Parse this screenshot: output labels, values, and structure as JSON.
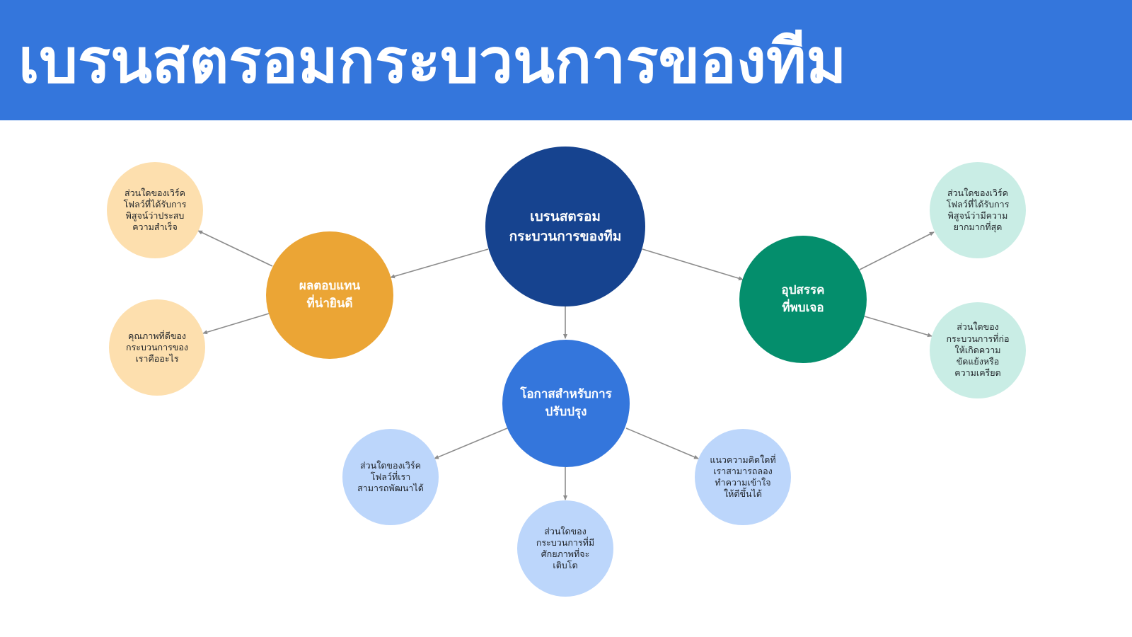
{
  "header": {
    "title": "เบรนสตรอมกระบวนการของทีม"
  },
  "colors": {
    "banner": "#3476dc",
    "center": "#16438f",
    "rewards": "#eba535",
    "rewards_leaf": "#fddfae",
    "obstacles": "#048e6c",
    "obstacles_leaf": "#c9ede5",
    "improvement": "#3476dc",
    "improvement_leaf": "#bcd6fb",
    "connector": "#8c8c8c"
  },
  "center": {
    "line1": "เบรนสตรอม",
    "line2": "กระบวนการของทีม"
  },
  "rewards": {
    "line1": "ผลตอบแทน",
    "line2": "ที่น่ายินดี",
    "leaf_success": [
      "ส่วนใดของเวิร์ค",
      "โฟลว์ที่ได้รับการ",
      "พิสูจน์ว่าประสบ",
      "ความสำเร็จ"
    ],
    "leaf_quality": [
      "คุณภาพที่ดีของ",
      "กระบวนการของ",
      "เราคืออะไร"
    ]
  },
  "obstacles": {
    "line1": "อุปสรรค",
    "line2": "ที่พบเจอ",
    "leaf_hard": [
      "ส่วนใดของเวิร์ค",
      "โฟลว์ที่ได้รับการ",
      "พิสูจน์ว่ามีความ",
      "ยากมากที่สุด"
    ],
    "leaf_conflict": [
      "ส่วนใดของ",
      "กระบวนการที่ก่อ",
      "ให้เกิดความ",
      "ขัดแย้งหรือ",
      "ความเครียด"
    ]
  },
  "improvement": {
    "line1": "โอกาสสำหรับการ",
    "line2": "ปรับปรุง",
    "leaf_develop": [
      "ส่วนใดของเวิร์ค",
      "โฟลว์ที่เรา",
      "สามารถพัฒนาได้"
    ],
    "leaf_growth": [
      "ส่วนใดของ",
      "กระบวนการที่มี",
      "ศักยภาพที่จะ",
      "เติบโต"
    ],
    "leaf_ideas": [
      "แนวความคิดใดที่",
      "เราสามารถลอง",
      "ทำความเข้าใจ",
      "ให้ดีขึ้นได้"
    ]
  }
}
